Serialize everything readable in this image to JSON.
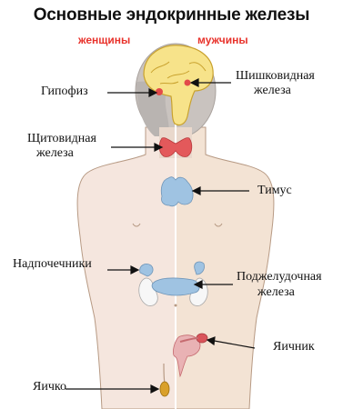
{
  "title": "Основные эндокринные железы",
  "subtitles": {
    "female": "женщины",
    "male": "мужчины"
  },
  "labels": {
    "pituitary": "Гипофиз",
    "pineal_line1": "Шишковидная",
    "pineal_line2": "железа",
    "thyroid_line1": "Щитовидная",
    "thyroid_line2": "железа",
    "thymus": "Тимус",
    "adrenals": "Надпочечники",
    "pancreas_line1": "Поджелудочная",
    "pancreas_line2": "железа",
    "ovary": "Яичник",
    "testis": "Яичко"
  },
  "colors": {
    "female_skin": "#f5e6de",
    "male_skin": "#f3e3d4",
    "outline": "#b79a84",
    "brain": "#f7e38a",
    "head_grey": "#b9b4b1",
    "thyroid": "#e3595b",
    "thymus": "#9fc3e2",
    "pancreas": "#9fc3e2",
    "kidney": "#f7f7f7",
    "ovary": "#d9545a",
    "subtitle": "#e8322b"
  }
}
